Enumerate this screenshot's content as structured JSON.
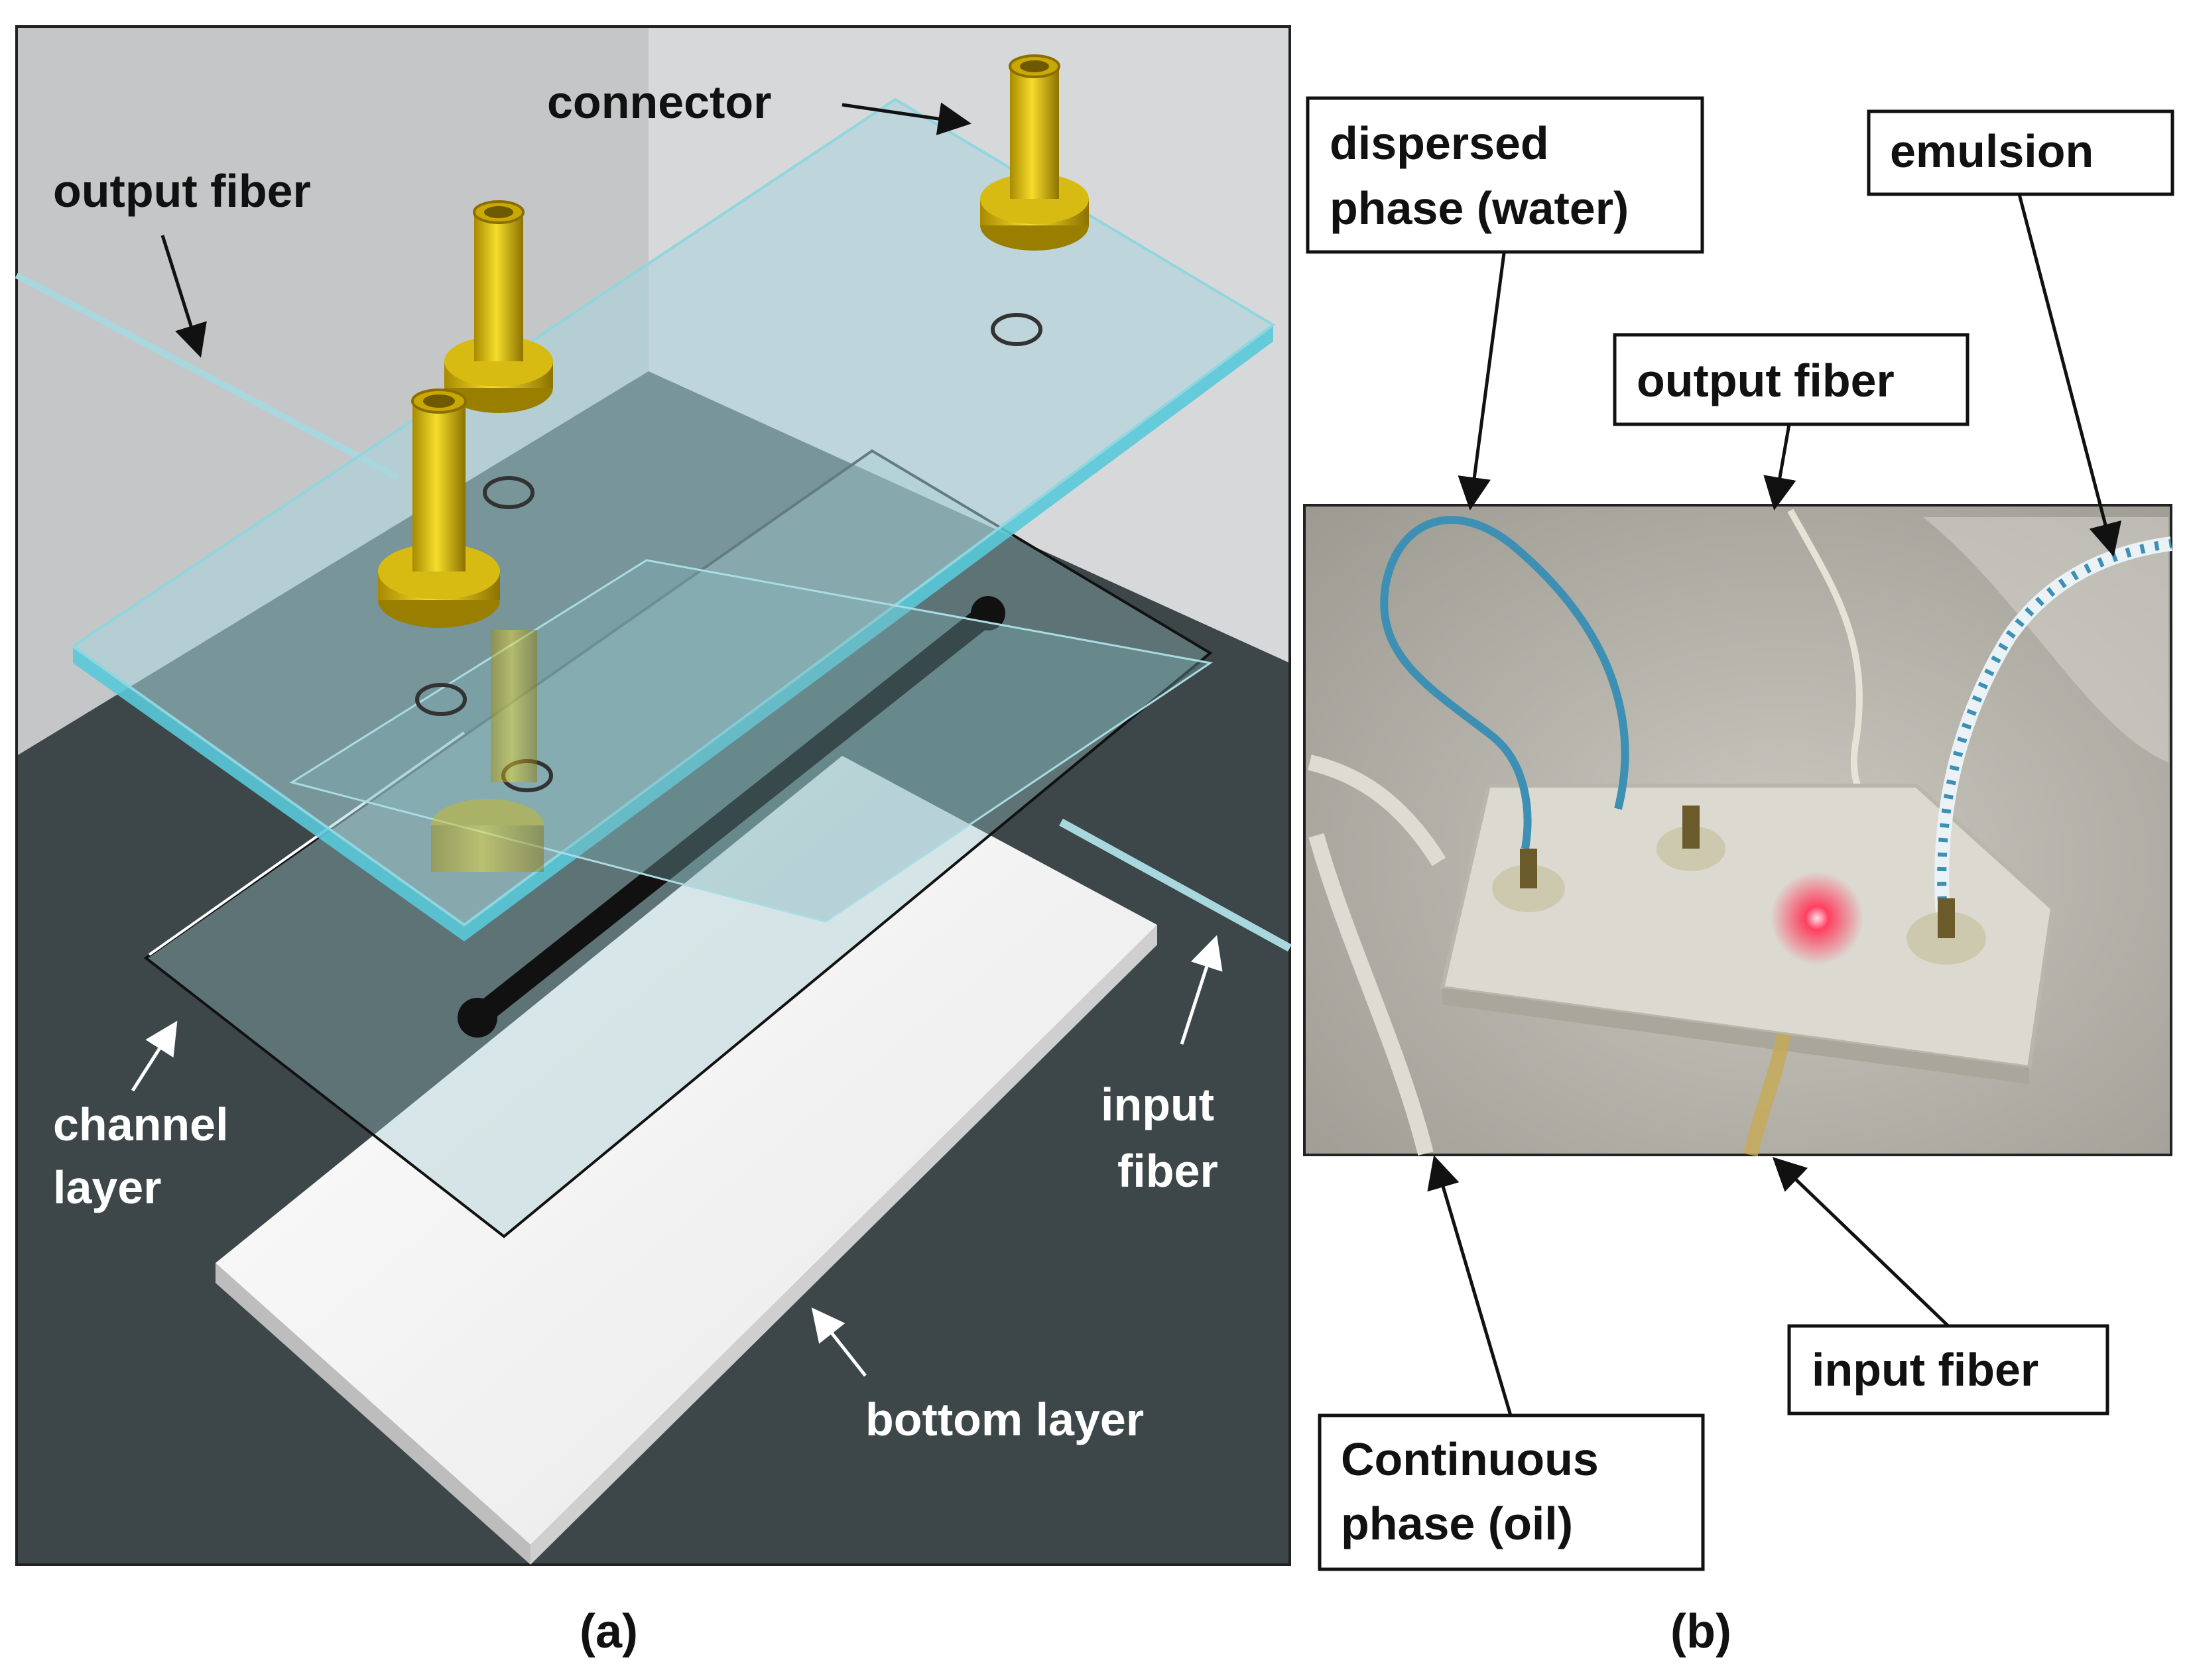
{
  "panel_a": {
    "caption": "(a)",
    "labels": {
      "connector": "connector",
      "output_fiber": "output fiber",
      "channel_layer_line1": "channel",
      "channel_layer_line2": "layer",
      "input_fiber_line1": "input",
      "input_fiber_line2": "fiber",
      "bottom_layer": "bottom layer"
    }
  },
  "panel_b": {
    "caption": "(b)",
    "labels": {
      "dispersed_phase_line1": "dispersed",
      "dispersed_phase_line2": "phase (water)",
      "emulsion": "emulsion",
      "output_fiber": "output fiber",
      "input_fiber": "input fiber",
      "continuous_phase_line1": "Continuous",
      "continuous_phase_line2": "phase (oil)"
    }
  },
  "colors": {
    "floor": "#3d4749",
    "wall_left": "#c4c6c8",
    "wall_right": "#d7d8da",
    "glass": "#a9d6dc",
    "glass_edge": "#59c9d9",
    "connector": "#e2c400",
    "bottom_layer": "#f2f2f2",
    "photo_bg": "#bdbbb2",
    "blue_tube": "#3e8fb4",
    "laser": "#ff3050"
  }
}
